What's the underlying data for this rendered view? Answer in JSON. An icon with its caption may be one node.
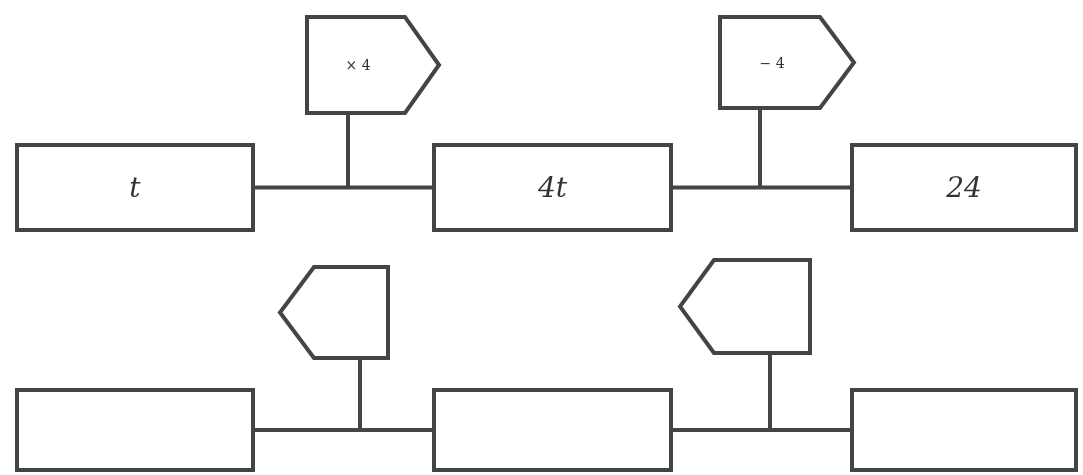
{
  "diagram": {
    "nodes": [
      {
        "text": [
          "× 4"
        ]
      },
      {
        "text": [
          "− 4"
        ]
      },
      {
        "text": [
          "t"
        ]
      },
      {
        "text": [
          "4t"
        ]
      },
      {
        "text": [
          "24"
        ]
      },
      {
        "text": [],
        "shape": "pentagon"
      },
      {
        "text": [],
        "shape": "pentagon"
      },
      {
        "text": [],
        "shape": "box"
      },
      {
        "text": [],
        "shape": "box"
      },
      {
        "text": [],
        "shape": "box"
      }
    ],
    "edges": [
      {
        "from": 2,
        "to": 3,
        "arrow": "none"
      },
      {
        "from": 0,
        "to": 2,
        "arrow": "none"
      },
      {
        "from": 0,
        "to": 3,
        "arrow": "none"
      },
      {
        "from": 3,
        "to": 4,
        "arrow": "none"
      },
      {
        "from": 1,
        "to": 3,
        "arrow": "none"
      },
      {
        "from": 1,
        "to": 4,
        "arrow": "none"
      },
      {
        "from": 7,
        "to": 8,
        "arrow": "none"
      },
      {
        "from": 5,
        "to": 7,
        "arrow": "none"
      },
      {
        "from": 5,
        "to": 8,
        "arrow": "none"
      },
      {
        "from": 8,
        "to": 9,
        "arrow": "none"
      },
      {
        "from": 6,
        "to": 8,
        "arrow": "none"
      },
      {
        "from": 6,
        "to": 9,
        "arrow": "none"
      }
    ]
  }
}
